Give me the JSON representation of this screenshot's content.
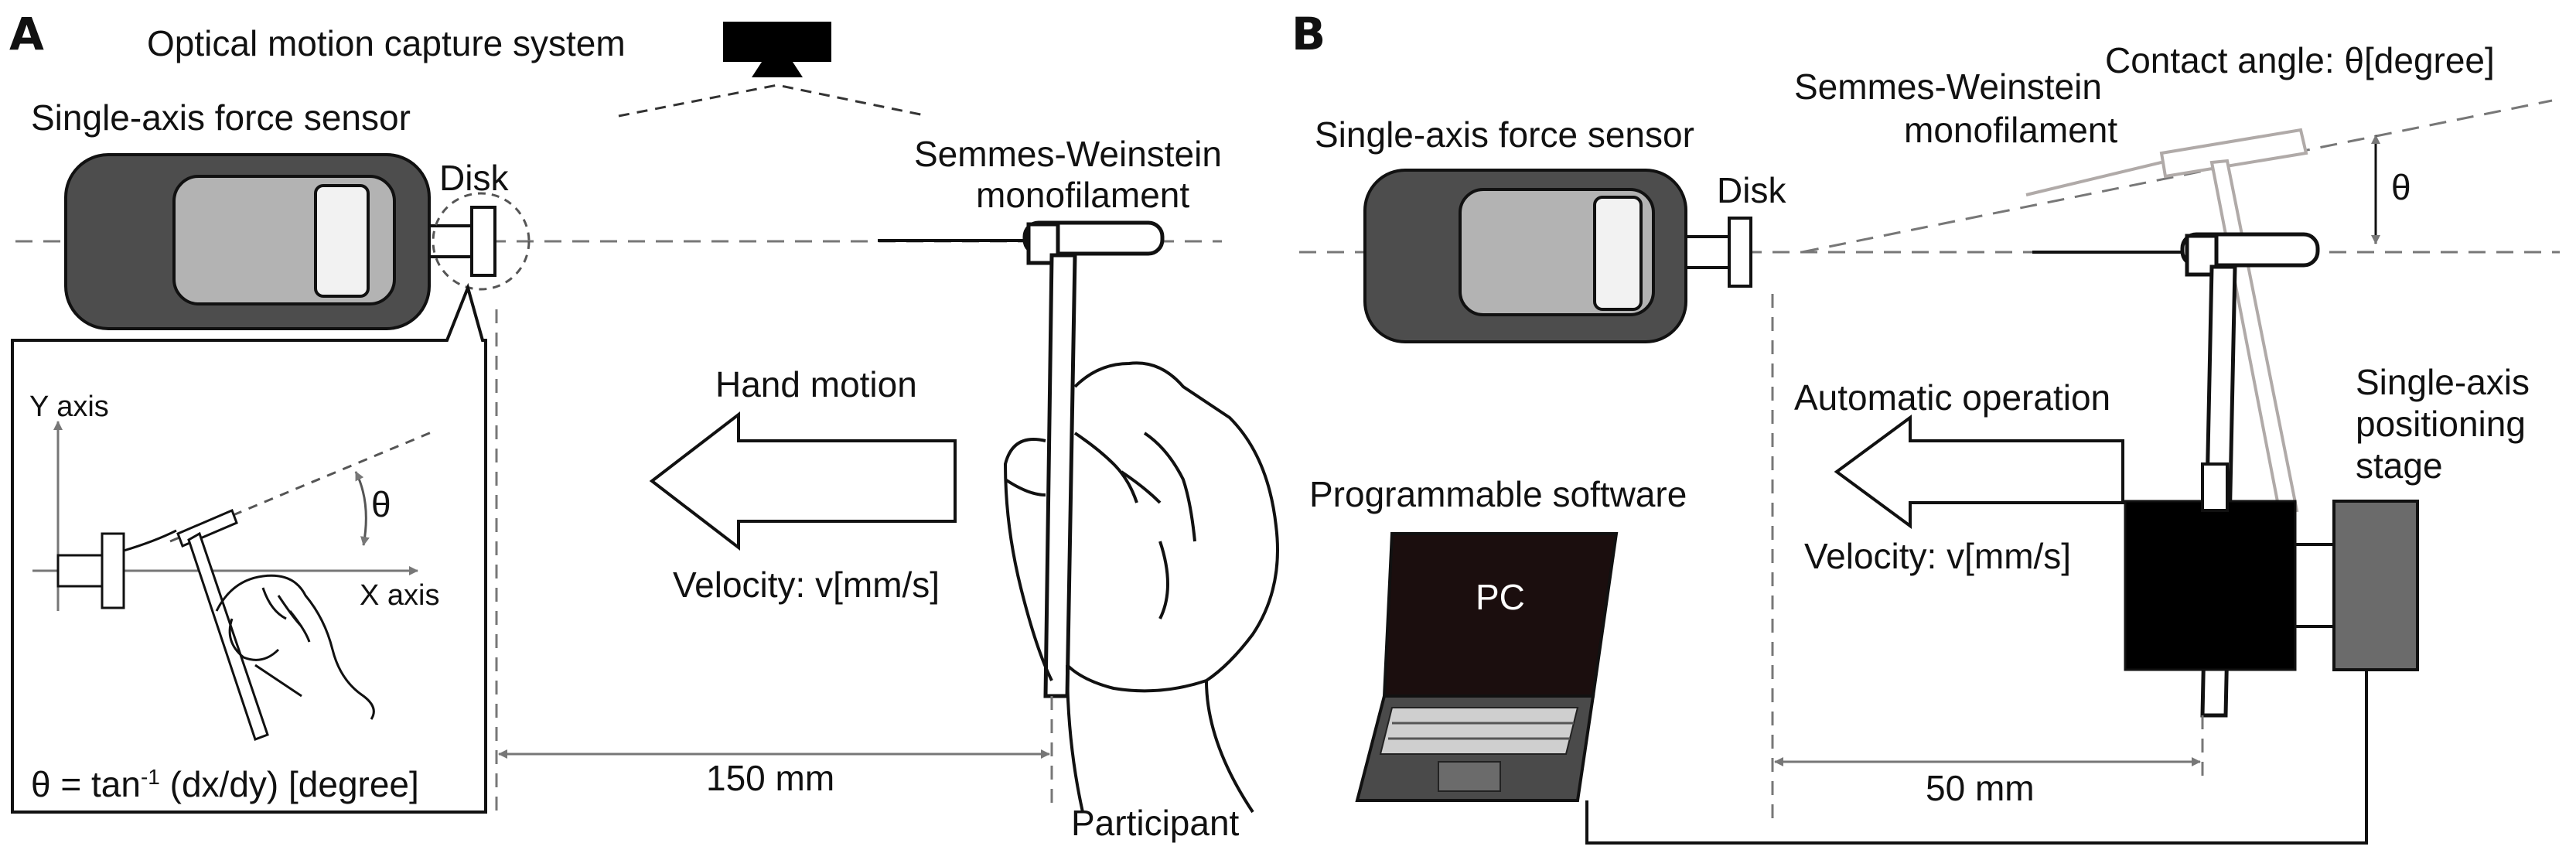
{
  "panels": {
    "a": {
      "letter": "A",
      "camera_label": "Optical motion capture system",
      "sensor_label": "Single-axis force sensor",
      "disk_label": "Disk",
      "filament_label_line1": "Semmes-Weinstein",
      "filament_label_line2": "monofilament",
      "motion_label": "Hand motion",
      "velocity_label": "Velocity: v[mm/s]",
      "distance_label": "150 mm",
      "participant_label": "Participant",
      "inset": {
        "y_axis_label": "Y axis",
        "x_axis_label": "X axis",
        "angle_symbol": "θ",
        "formula_prefix": "θ = tan",
        "formula_exponent": "-1",
        "formula_suffix": " (dx/dy) [degree]"
      }
    },
    "b": {
      "letter": "B",
      "angle_label": "Contact angle: θ[degree]",
      "filament_label_line1": "Semmes-Weinstein",
      "filament_label_line2": "monofilament",
      "sensor_label": "Single-axis force sensor",
      "disk_label": "Disk",
      "angle_symbol": "θ",
      "operation_label": "Automatic operation",
      "stage_label_line1": "Single-axis",
      "stage_label_line2": "positioning",
      "stage_label_line3": "stage",
      "software_label": "Programmable software",
      "pc_label": "PC",
      "velocity_label": "Velocity: v[mm/s]",
      "distance_label": "50 mm"
    }
  },
  "colors": {
    "sensor_body": "#4d4d4d",
    "sensor_window": "#b3b3b3",
    "sensor_slot": "#f2f2f2",
    "stage_block": "#000000",
    "stage_rail": "#6b6b6b",
    "laptop_screen": "#1b0e0e",
    "faded_filament": "#b0aaa8"
  }
}
